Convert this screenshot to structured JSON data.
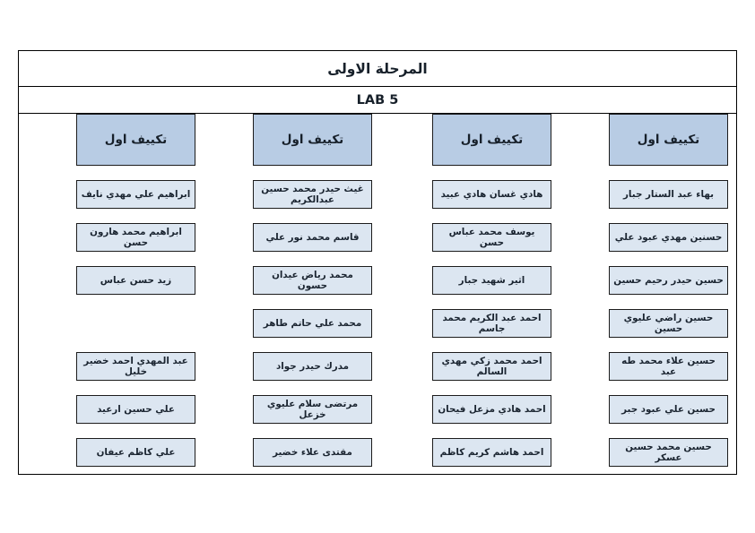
{
  "document": {
    "title": "المرحلة الاولى",
    "lab_label": "LAB 5",
    "colors": {
      "header_fill": "#b8cce4",
      "cell_fill": "#dce6f1",
      "border": "#1c1c1c",
      "text": "#17202a",
      "page_background": "#ffffff"
    }
  },
  "columns": [
    {
      "header": "تكييف اول",
      "cells": [
        "بهاء عبد الستار جبار",
        "حسنين مهدي عبود علي",
        "حسين حيدر رحيم حسين",
        "حسين راضي عليوي حسين",
        "حسين علاء محمد طه عبد",
        "حسين علي عبود جبر",
        "حسين محمد حسين عسكر"
      ]
    },
    {
      "header": "تكييف اول",
      "cells": [
        "هادي غسان هادي عبيد",
        "يوسف محمد عباس حسن",
        "اثير شهيد جبار",
        "احمد عبد الكريم محمد جاسم",
        "احمد محمد زكي مهدي السالم",
        "احمد هادي مزعل فيحان",
        "احمد هاشم كريم كاظم"
      ]
    },
    {
      "header": "تكييف اول",
      "cells": [
        "غيث حيدر محمد حسين عبدالكريم",
        "قاسم محمد نور علي",
        "محمد رياض عيدان حسون",
        "محمد علي حاتم طاهر",
        "مدرك حيدر جواد",
        "مرتضى سلام عليوي خزعل",
        "مقتدى علاء خضير"
      ]
    },
    {
      "header": "تكييف اول",
      "cells": [
        "ابراهيم علي مهدي نايف",
        "ابراهيم محمد هارون حسن",
        "زيد حسن عباس",
        "",
        "عبد المهدي احمد خضير خليل",
        "علي حسين ارعيد",
        "علي كاظم عيفان"
      ]
    }
  ]
}
